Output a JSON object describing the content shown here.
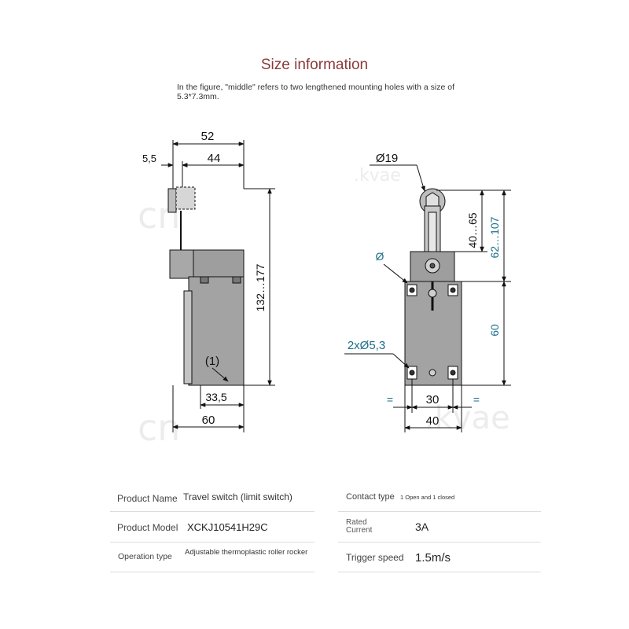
{
  "header": {
    "title": "Size information",
    "note": "In the figure, \"middle\" refers to two lengthened mounting holes with a size of 5.3*7.3mm."
  },
  "side_view": {
    "dim_total_width": "52",
    "dim_inner_width": "44",
    "dim_offset": "5,5",
    "dim_height": "132…177",
    "dim_base_inner": "33,5",
    "dim_base_total": "60",
    "callout": "(1)"
  },
  "front_view": {
    "dim_roller": "Ø19",
    "dim_arm": "40…65",
    "dim_arm_total": "62…107",
    "dim_body": "60",
    "dim_diameter": "Ø",
    "dim_holes": "2xØ5,3",
    "dim_hole_spacing": "30",
    "dim_width": "40",
    "equal_mark": "="
  },
  "specs": {
    "product_name_label": "Product Name",
    "product_name_value": "Travel switch (limit switch)",
    "product_model_label": "Product Model",
    "product_model_value": "XCKJ10541H29C",
    "operation_type_label": "Operation type",
    "operation_type_value": "Adjustable thermoplastic roller rocker",
    "contact_type_label": "Contact type",
    "contact_type_value": "1 Open and 1 closed",
    "rated_current_label": "Rated Current",
    "rated_current_value": "3A",
    "trigger_speed_label": "Trigger speed",
    "trigger_speed_value": "1.5m/s"
  },
  "colors": {
    "title": "#8b3a3a",
    "dimension_blue": "#1a6f88",
    "body_gray": "#9e9e9e"
  },
  "watermarks": {
    "wm1": "cn",
    "wm2": ".kvae"
  }
}
